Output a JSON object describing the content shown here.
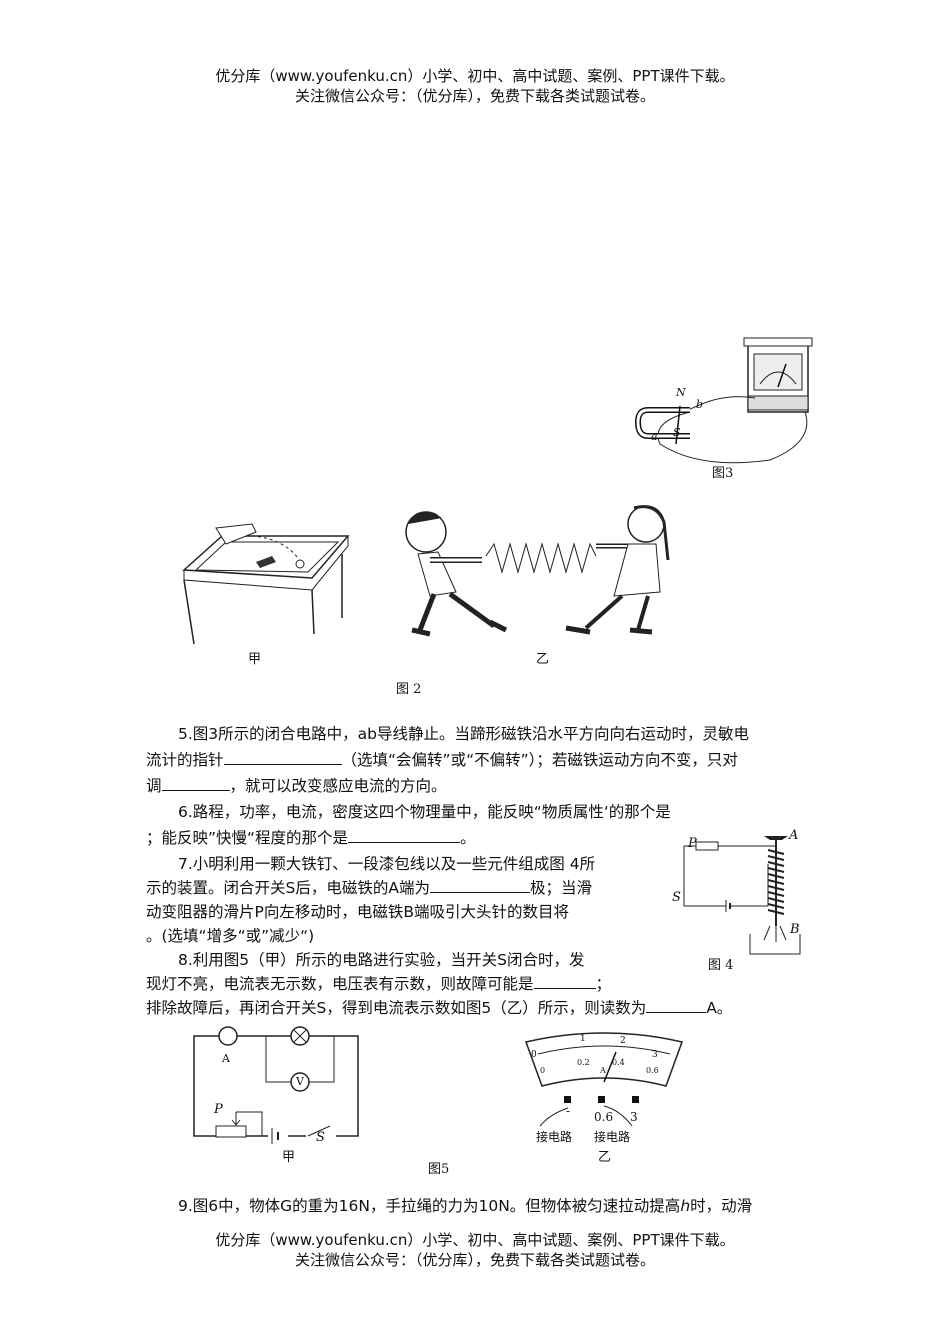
{
  "header": {
    "line1": "优分库（www.youfenku.cn）小学、初中、高中试题、案例、PPT课件下载。",
    "line2": "关注微信公众号：（优分库），免费下载各类试题试卷。"
  },
  "footer": {
    "line1": "优分库（www.youfenku.cn）小学、初中、高中试题、案例、PPT课件下载。",
    "line2": "关注微信公众号：（优分库），免费下载各类试题试卷。"
  },
  "figures": {
    "fig3": {
      "caption": "图3",
      "label_N": "N",
      "label_S": "S",
      "label_a": "a",
      "label_b": "b"
    },
    "fig2": {
      "caption": "图 2",
      "sub_a": "甲",
      "sub_b": "乙"
    },
    "fig4": {
      "caption": "图 4",
      "label_P": "P",
      "label_A": "A",
      "label_S": "S",
      "label_B": "B"
    },
    "fig5": {
      "caption": "图5",
      "sub_a": "甲",
      "sub_b": "乙",
      "label_P": "P",
      "label_S": "S",
      "meter_A": "A",
      "meter_V": "V",
      "scale_top": [
        "0",
        "1",
        "2",
        "3"
      ],
      "scale_bottom": [
        "0",
        "0.2",
        "0.4",
        "0.6"
      ],
      "unit": "A",
      "term_minus": "-",
      "term_06": "0.6",
      "term_3": "3",
      "wire_label_1": "接电路",
      "wire_label_2": "接电路"
    }
  },
  "questions": {
    "q5": {
      "l1": "5.图3所示的闭合电路中，ab导线静止。当蹄形磁铁沿水平方向向右运动时，灵敏电",
      "l2a": "流计的指针",
      "l2b": "（选填“会偏转”或“不偏转”）；若磁铁运动方向不变，只对",
      "l3a": "调",
      "l3b": "，就可以改变感应电流的方向。"
    },
    "q6": {
      "l1": "6.路程，功率，电流，密度这四个物理量中，能反映“物质属性‘的那个是",
      "l2a": "；能反映”快慢“程度的那个是",
      "l2b": "。"
    },
    "q7": {
      "l1": "7.小明利用一颗大铁钉、一段漆包线以及一些元件组成图 4所",
      "l2a": "示的装置。闭合开关S后，电磁铁的A端为",
      "l2b": "极；当滑",
      "l3": "动变阻器的滑片P向左移动时，电磁铁B端吸引大头针的数目将",
      "l4": "。(选填“增多“或”减少“)"
    },
    "q8": {
      "l1": "8.利用图5（甲）所示的电路进行实验，当开关S闭合时，发",
      "l2a": "现灯不亮，电流表无示数，电压表有示数，则故障可能是",
      "l2b": "；",
      "l3a": "排除故障后，再闭合开关S，得到电流表示数如图5（乙）所示，则读数为",
      "l3b": "A。"
    },
    "q9": {
      "l1": "9.图6中，物体G的重为16N，手拉绳的力为10N。但物体被匀速拉动提高",
      "l1_h": "h",
      "l1b": "时，动滑"
    }
  }
}
